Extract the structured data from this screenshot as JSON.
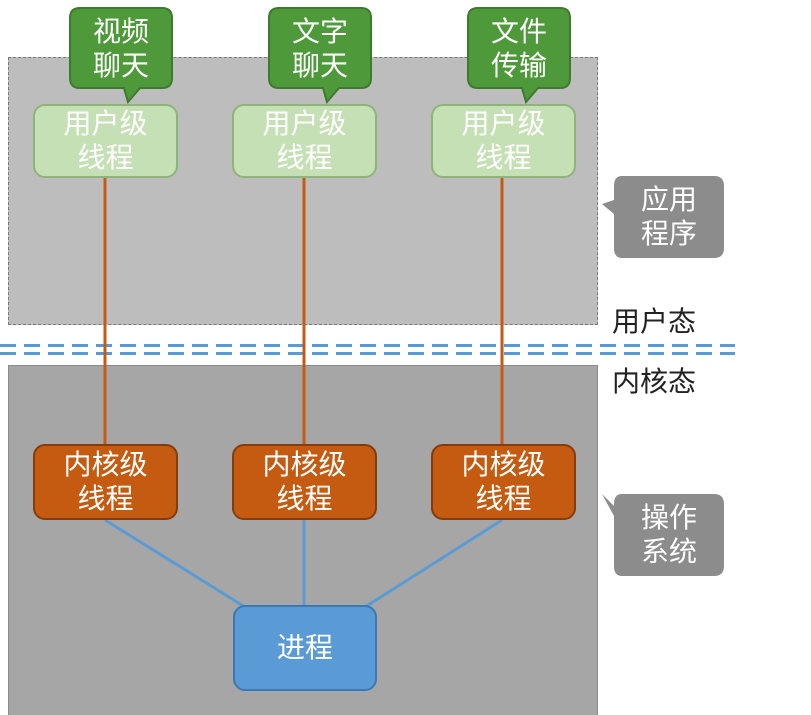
{
  "bubbles": [
    {
      "text": "视频\n聊天"
    },
    {
      "text": "文字\n聊天"
    },
    {
      "text": "文件\n传输"
    }
  ],
  "user_threads": [
    {
      "text": "用户级\n线程"
    },
    {
      "text": "用户级\n线程"
    },
    {
      "text": "用户级\n线程"
    }
  ],
  "kernel_threads": [
    {
      "text": "内核级\n线程"
    },
    {
      "text": "内核级\n线程"
    },
    {
      "text": "内核级\n线程"
    }
  ],
  "process": {
    "text": "进程"
  },
  "side_labels": {
    "app": "应用\n程序",
    "os": "操作\n系统"
  },
  "modes": {
    "user": "用户态",
    "kernel": "内核态"
  },
  "colors": {
    "bubble": "#4e9a3a",
    "user_thread": "#c5e0b4",
    "kernel_thread": "#c55a11",
    "process": "#5b9bd5",
    "orange_line": "#c55a11",
    "blue_line": "#5b9bd5",
    "side_label": "#8c8c8c"
  }
}
